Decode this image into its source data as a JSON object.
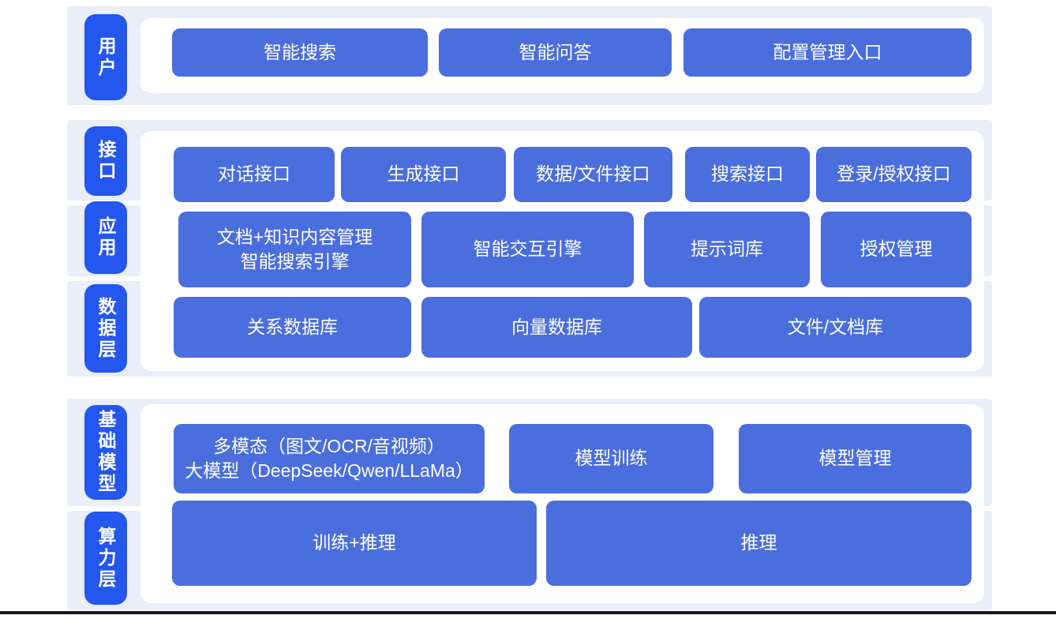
{
  "diagram": {
    "colors": {
      "rail_pill": "#2456f0",
      "box": "#4a6edd",
      "band": "#e9eef8",
      "panel": "#ffffff",
      "box_text": "#ffffff",
      "bottom_rule": "#17171c"
    },
    "rails": [
      {
        "label": "用户"
      },
      {
        "label": "接口"
      },
      {
        "label": "应用"
      },
      {
        "label": "数据层"
      },
      {
        "label": "基础模型"
      },
      {
        "label": "算力层"
      }
    ],
    "user_row": {
      "boxes": [
        {
          "label": "智能搜索"
        },
        {
          "label": "智能问答"
        },
        {
          "label": "配置管理入口"
        }
      ]
    },
    "interface_row": {
      "boxes": [
        {
          "label": "对话接口"
        },
        {
          "label": "生成接口"
        },
        {
          "label": "数据/文件接口"
        },
        {
          "label": "搜索接口"
        },
        {
          "label": "登录/授权接口"
        }
      ]
    },
    "application_row": {
      "boxes": [
        {
          "label": "文档+知识内容管理",
          "label2": "智能搜索引擎"
        },
        {
          "label": "智能交互引擎"
        },
        {
          "label": "提示词库"
        },
        {
          "label": "授权管理"
        }
      ]
    },
    "data_row": {
      "boxes": [
        {
          "label": "关系数据库"
        },
        {
          "label": "向量数据库"
        },
        {
          "label": "文件/文档库"
        }
      ]
    },
    "model_row": {
      "boxes": [
        {
          "label": "多模态（图文/OCR/音视频）",
          "label2": "大模型（DeepSeek/Qwen/LLaMa）"
        },
        {
          "label": "模型训练"
        },
        {
          "label": "模型管理"
        }
      ]
    },
    "compute_row": {
      "boxes": [
        {
          "label": "训练+推理"
        },
        {
          "label": "推理"
        }
      ]
    }
  }
}
